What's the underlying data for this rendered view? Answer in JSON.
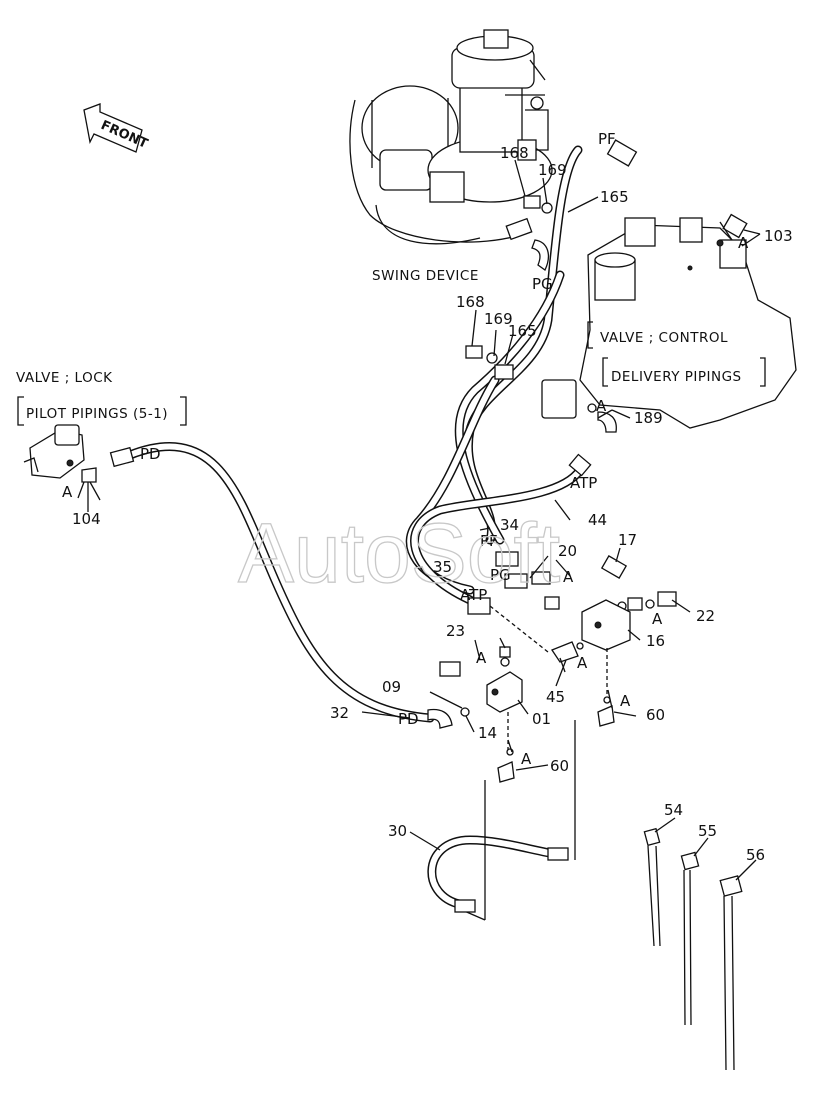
{
  "watermark": "AutoSoft",
  "front_arrow": {
    "label": "FRONT"
  },
  "captions": {
    "swing_device": "SWING DEVICE",
    "valve_control": "VALVE ; CONTROL",
    "delivery_pipings": "DELIVERY PIPINGS",
    "valve_lock": "VALVE ; LOCK",
    "pilot_pipings": "PILOT PIPINGS (5-1)"
  },
  "ports": {
    "pf": "PF",
    "pg": "PG",
    "pd": "PD",
    "atp": "ATP",
    "a": "A"
  },
  "part_numbers": {
    "p01": "01",
    "p09": "09",
    "p14": "14",
    "p16": "16",
    "p17": "17",
    "p20": "20",
    "p22": "22",
    "p23": "23",
    "p30": "30",
    "p32": "32",
    "p34": "34",
    "p35": "35",
    "p44": "44",
    "p45": "45",
    "p54": "54",
    "p55": "55",
    "p56": "56",
    "p60": "60",
    "p103": "103",
    "p104": "104",
    "p165": "165",
    "p168": "168",
    "p169": "169",
    "p189": "189"
  }
}
